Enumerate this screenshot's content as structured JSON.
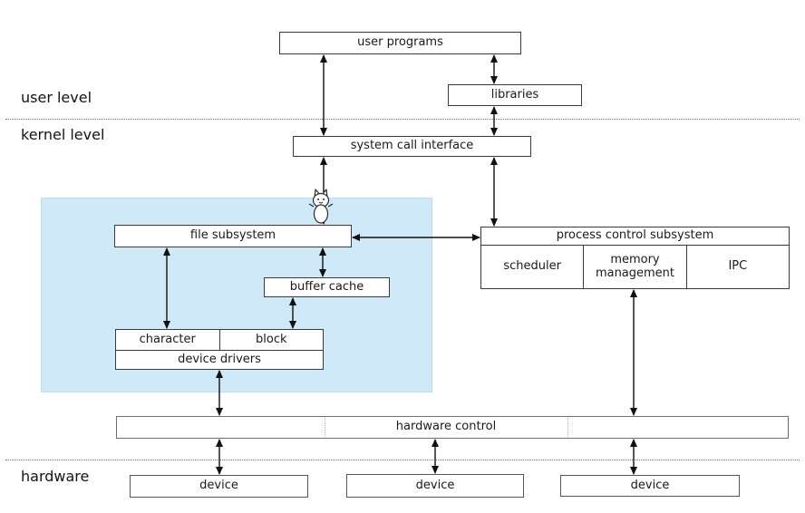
{
  "diagram": {
    "levels": {
      "user": "user level",
      "kernel": "kernel level",
      "hardware": "hardware"
    },
    "boxes": {
      "user_programs": "user programs",
      "libraries": "libraries",
      "system_call_interface": "system call interface",
      "file_subsystem": "file subsystem",
      "buffer_cache": "buffer cache",
      "character": "character",
      "block": "block",
      "device_drivers": "device drivers",
      "process_control_subsystem": "process control subsystem",
      "scheduler": "scheduler",
      "memory_management": "memory management",
      "ipc": "IPC",
      "hardware_control": "hardware control",
      "device_1": "device",
      "device_2": "device",
      "device_3": "device"
    },
    "icons": {
      "cursor_sprite": "cat-sprite-cursor"
    },
    "colors": {
      "highlight_fill": "#cfe9f8",
      "box_border": "#3a3a3a",
      "connector": "#111111",
      "background": "#ffffff"
    }
  }
}
